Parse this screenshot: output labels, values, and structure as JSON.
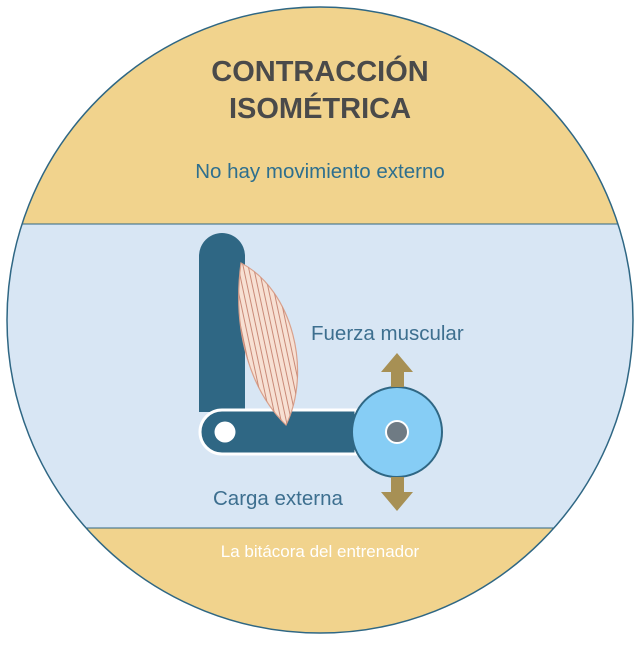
{
  "title": {
    "line1": "CONTRACCIÓN",
    "line2": "ISOMÉTRICA"
  },
  "subtitle": "No hay movimiento externo",
  "labels": {
    "muscle_force": "Fuerza muscular",
    "external_load": "Carga externa"
  },
  "footer": "La bitácora del entrenador",
  "colors": {
    "top_band": "#f1d38d",
    "middle_band": "#d8e6f4",
    "bone": "#2f6784",
    "muscle_fill": "#f7e0d3",
    "muscle_stripes": "#c98a78",
    "weight_disc": "#86cdf5",
    "arrow": "#a79054",
    "outline": "#2f6784"
  }
}
